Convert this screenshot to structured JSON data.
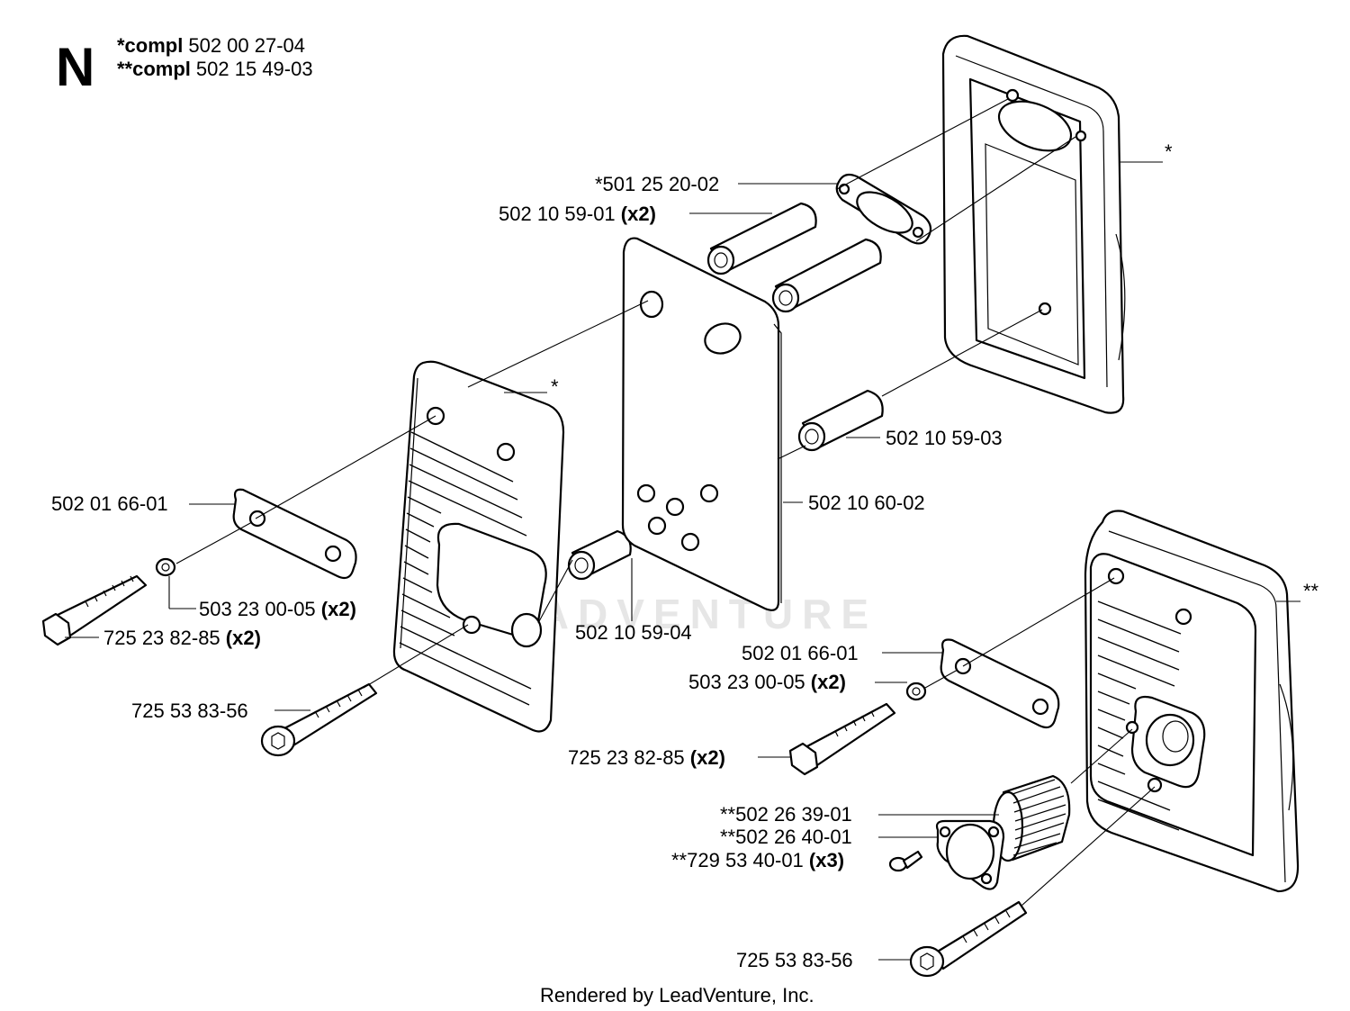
{
  "header": {
    "section_letter": "N",
    "compl_1_prefix": "*compl",
    "compl_1_number": "502 00 27-04",
    "compl_2_prefix": "**compl",
    "compl_2_number": "502 15 49-03"
  },
  "watermark": "LEADVENTURE",
  "footer": "Rendered by LeadVenture, Inc.",
  "labels": {
    "gasket_top": "*501 25 20-02",
    "spacer_top": "502 10 59-01",
    "spacer_top_qty": "(x2)",
    "asterisk_rear_housing": "*",
    "asterisk_front_cover": "*",
    "spacer_mid": "502 10 59-03",
    "plate": "502 10 60-02",
    "bracket_left": "502 01 66-01",
    "washer_left": "503 23 00-05",
    "washer_left_qty": "(x2)",
    "bolt_left": "725 23 82-85",
    "bolt_left_qty": "(x2)",
    "spacer_low": "502 10 59-04",
    "screw_left": "725 53 83-56",
    "asterisk_muffler": "**",
    "bracket_right": "502 01 66-01",
    "washer_right": "503 23 00-05",
    "washer_right_qty": "(x2)",
    "bolt_right": "725 23 82-85",
    "bolt_right_qty": "(x2)",
    "screen": "**502 26 39-01",
    "deflector": "**502 26 40-01",
    "small_screw": "**729 53 40-01",
    "small_screw_qty": "(x3)",
    "screw_right": "725 53 83-56"
  }
}
